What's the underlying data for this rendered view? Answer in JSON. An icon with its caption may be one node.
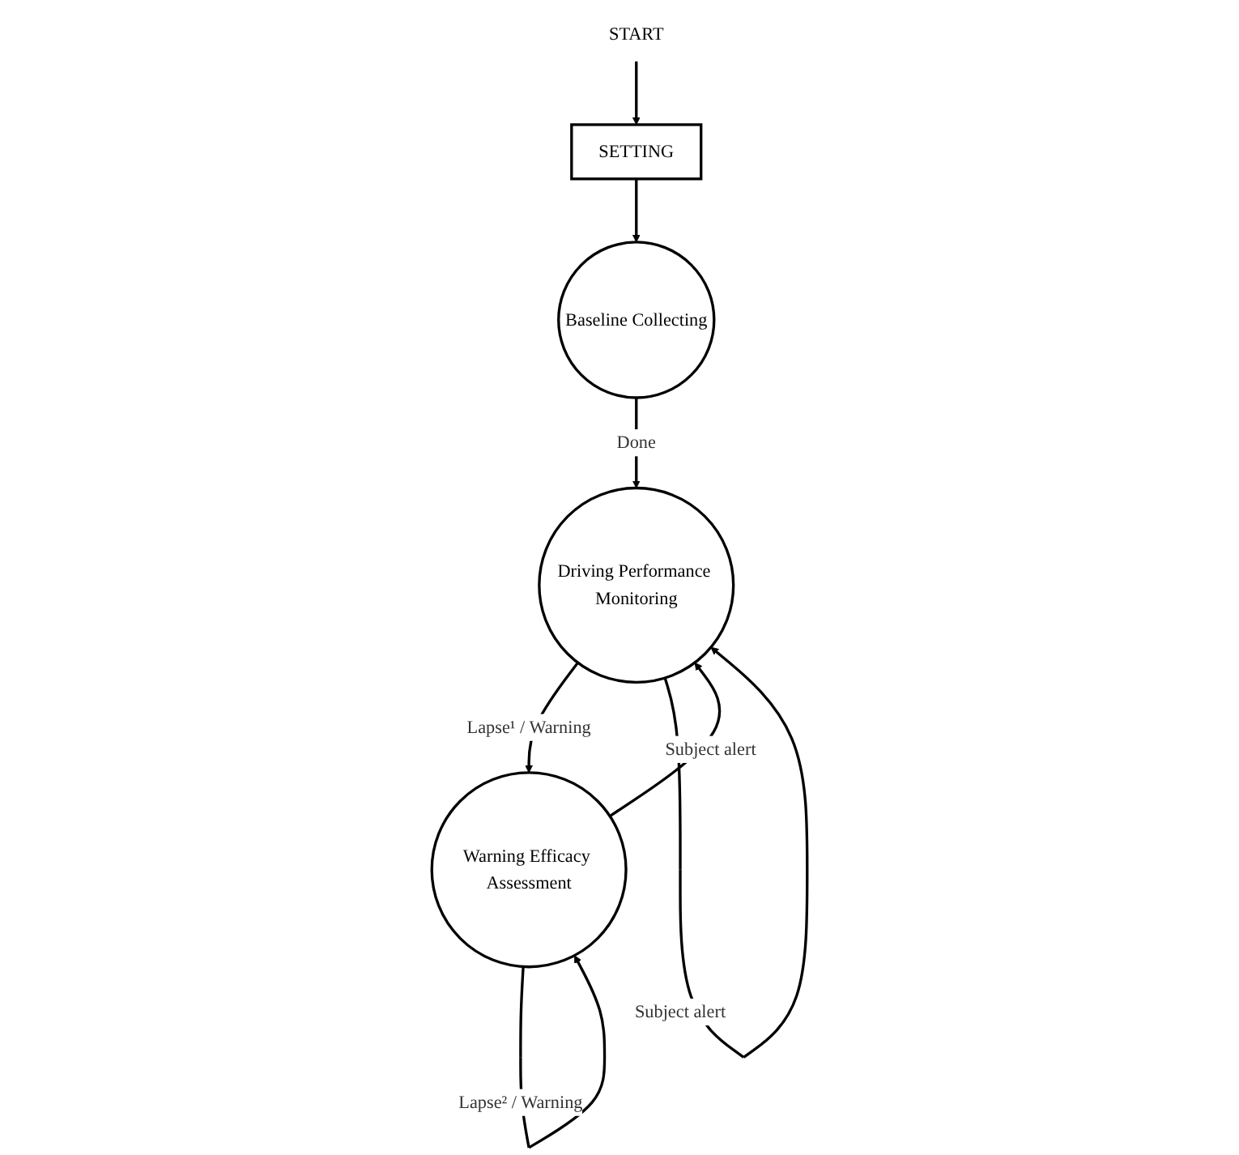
{
  "diagram": {
    "nodes": [
      {
        "text": [
          "START"
        ]
      },
      {
        "text": [
          "SETTING"
        ]
      },
      {
        "text": [
          "Baseline Collecting"
        ]
      },
      {
        "text": [
          "Driving Performance Monitoring"
        ]
      },
      {
        "text": [
          "Warning Efficacy Assessment"
        ]
      }
    ],
    "edges": [
      {
        "from": 0,
        "to": 1,
        "arrow": "to"
      },
      {
        "from": 1,
        "to": 2,
        "arrow": "to"
      },
      {
        "from": 2,
        "to": 3,
        "arrow": "to",
        "label": "Done"
      },
      {
        "from": 3,
        "to": 4,
        "arrow": "to",
        "label": "Lapse¹ / Warning"
      },
      {
        "from": 4,
        "to": 4,
        "arrow": "to",
        "label": "Lapse² / Warning"
      },
      {
        "from": 4,
        "to": 3,
        "arrow": "to",
        "label": "Subject alert"
      },
      {
        "from": 3,
        "to": 3,
        "arrow": "to",
        "label": "Subject alert"
      }
    ]
  }
}
